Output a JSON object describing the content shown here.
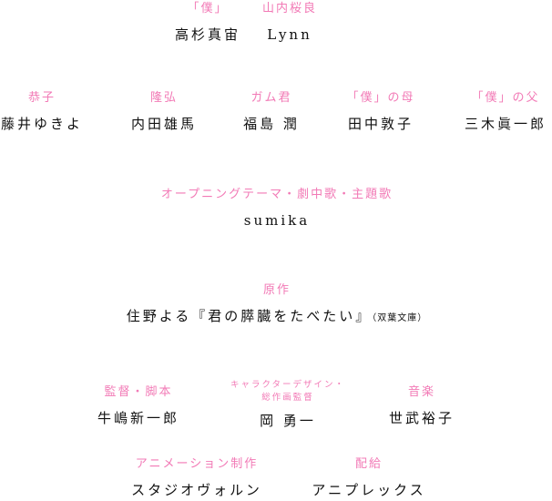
{
  "cast_main": [
    {
      "role": "「僕」",
      "name": "高杉真宙"
    },
    {
      "role": "山内桜良",
      "name": "Lynn"
    }
  ],
  "cast_support": [
    {
      "role": "恭子",
      "name": "藤井ゆきよ"
    },
    {
      "role": "隆弘",
      "name": "内田雄馬"
    },
    {
      "role": "ガム君",
      "name": "福島 潤"
    },
    {
      "role": "「僕」の母",
      "name": "田中敦子"
    },
    {
      "role": "「僕」の父",
      "name": "三木眞一郎"
    }
  ],
  "theme": {
    "role": "オープニングテーマ・劇中歌・主題歌",
    "name": "sumika"
  },
  "original": {
    "role": "原作",
    "name": "住野よる『君の膵臓をたべたい』",
    "publisher": "（双葉文庫）"
  },
  "staff": [
    {
      "role": "監督・脚本",
      "name": "牛嶋新一郎"
    },
    {
      "role_line1": "キャラクターデザイン・",
      "role_line2": "総作画監督",
      "name": "岡 勇一"
    },
    {
      "role": "音楽",
      "name": "世武裕子"
    }
  ],
  "production": [
    {
      "role": "アニメーション制作",
      "name": "スタジオヴォルン"
    },
    {
      "role": "配給",
      "name": "アニプレックス"
    }
  ],
  "colors": {
    "label": "#f27ab6",
    "name": "#111111"
  }
}
